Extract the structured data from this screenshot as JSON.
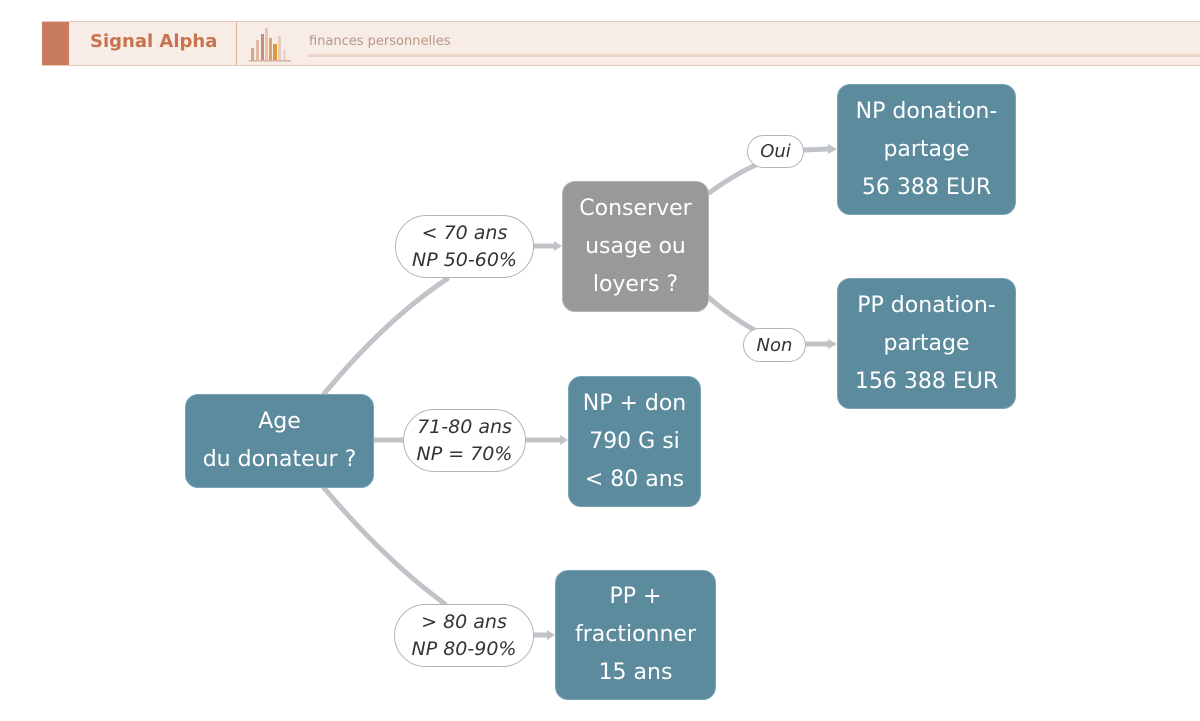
{
  "header": {
    "brand_name": "Signal Alpha",
    "tagline": "finances personnelles",
    "colors": {
      "accent": "#c8734f",
      "band": "#f7ece6",
      "block": "#c87b5e"
    }
  },
  "diagram": {
    "colors": {
      "decision": "#5c8b9e",
      "question": "#999999",
      "edge": "#c0c3c8"
    },
    "root": {
      "line1": "Age",
      "line2": "du donateur ?"
    },
    "branch_lt70": {
      "line1": "< 70 ans",
      "line2": "NP 50-60%"
    },
    "branch_71_80": {
      "line1": "71-80 ans",
      "line2": "NP = 70%"
    },
    "branch_gt80": {
      "line1": "> 80 ans",
      "line2": "NP 80-90%"
    },
    "question": {
      "line1": "Conserver",
      "line2": "usage ou",
      "line3": "loyers ?"
    },
    "answer_yes": "Oui",
    "answer_no": "Non",
    "outcome_np_partage": {
      "line1": "NP donation-",
      "line2": "partage",
      "line3": "56 388 EUR"
    },
    "outcome_pp_partage": {
      "line1": "PP donation-",
      "line2": "partage",
      "line3": "156 388 EUR"
    },
    "outcome_np_don": {
      "line1": "NP + don",
      "line2": "790 G si",
      "line3": "< 80 ans"
    },
    "outcome_pp_fraction": {
      "line1": "PP +",
      "line2": "fractionner",
      "line3": "15 ans"
    }
  }
}
